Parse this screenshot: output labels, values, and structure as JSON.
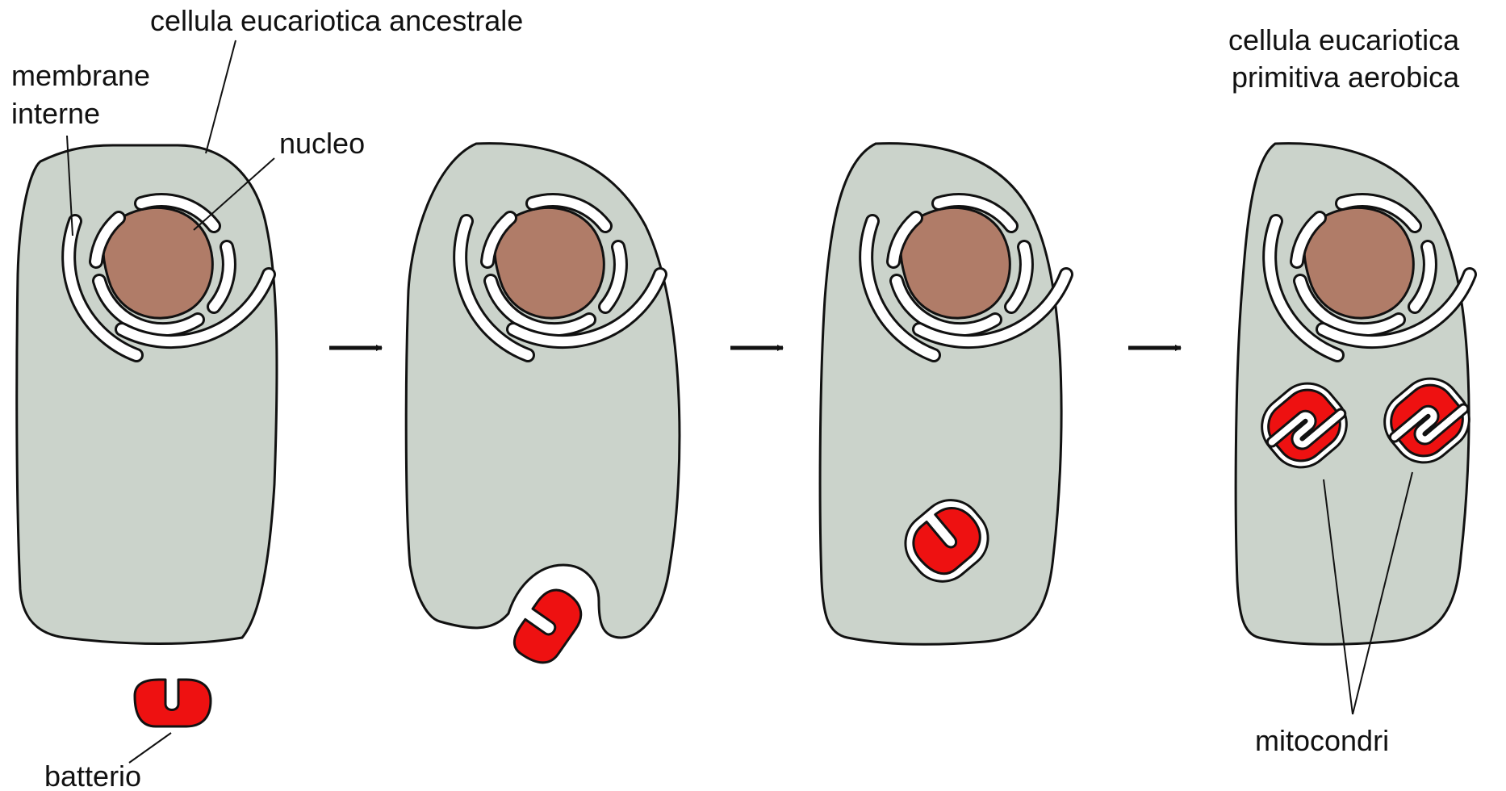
{
  "labels": {
    "ancestral_cell": "cellula eucariotica ancestrale",
    "internal_membranes_line1": "membrane",
    "internal_membranes_line2": "interne",
    "nucleus": "nucleo",
    "bacterium": "batterio",
    "primitive_aerobic_line1": "cellula eucariotica",
    "primitive_aerobic_line2": "primitiva aerobica",
    "mitochondria": "mitocondri"
  },
  "stages": [
    {
      "stage": 1,
      "state": "bacterium outside the cell"
    },
    {
      "stage": 2,
      "state": "bacterium being engulfed"
    },
    {
      "stage": 3,
      "state": "bacterium enclosed in a vesicle"
    },
    {
      "stage": 4,
      "state": "two mitochondria inside the cell"
    }
  ],
  "colors": {
    "cytoplasm": "#cbd3cb",
    "nucleus": "#b07c68",
    "bacterium": "#ee1111",
    "membrane": "#ffffff",
    "outline": "#111111"
  }
}
